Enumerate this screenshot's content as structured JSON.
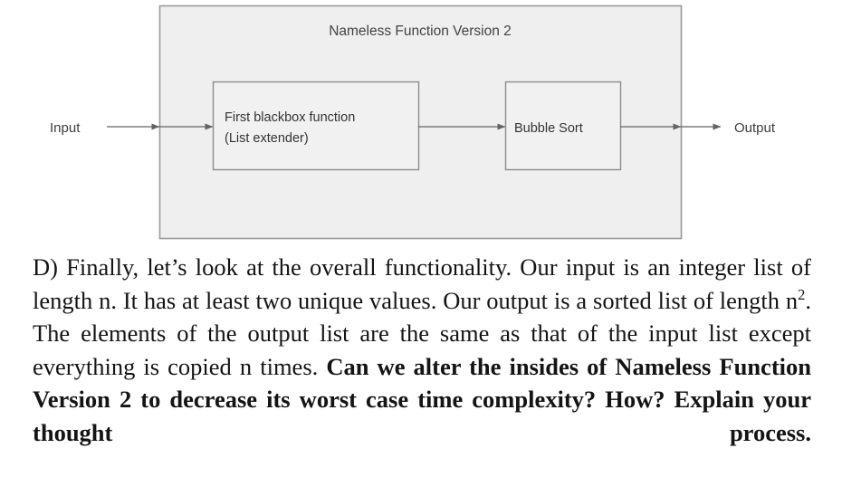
{
  "diagram": {
    "type": "block-flow",
    "container_title": "Nameless Function Version 2",
    "input_label": "Input",
    "output_label": "Output",
    "blocks": [
      {
        "id": "first-blackbox",
        "line1": "First blackbox function",
        "line2": "(List extender)"
      },
      {
        "id": "bubble-sort",
        "line1": "Bubble Sort",
        "line2": ""
      }
    ],
    "colors": {
      "container_fill": "#efefef",
      "container_stroke": "#9a9a9a",
      "block_fill": "#f1f1f1",
      "block_stroke": "#8c8c8c",
      "arrow_stroke": "#636363",
      "text": "#3c3c3c"
    }
  },
  "prose": {
    "segments": [
      {
        "text": "D) Finally, let’s look at the overall functionality. Our input is an integer list of length n. It has at least two unique values. Our output is a sorted list of length n",
        "bold": false
      },
      {
        "text": "2",
        "bold": false,
        "sup": true
      },
      {
        "text": ". The elements of the output list are the same as that of the input list except everything is copied n times. ",
        "bold": false
      },
      {
        "text": "Can we alter the insides of Nameless Function Version 2 to decrease its worst case time complexity? How? Explain your thought process.",
        "bold": true
      }
    ]
  }
}
